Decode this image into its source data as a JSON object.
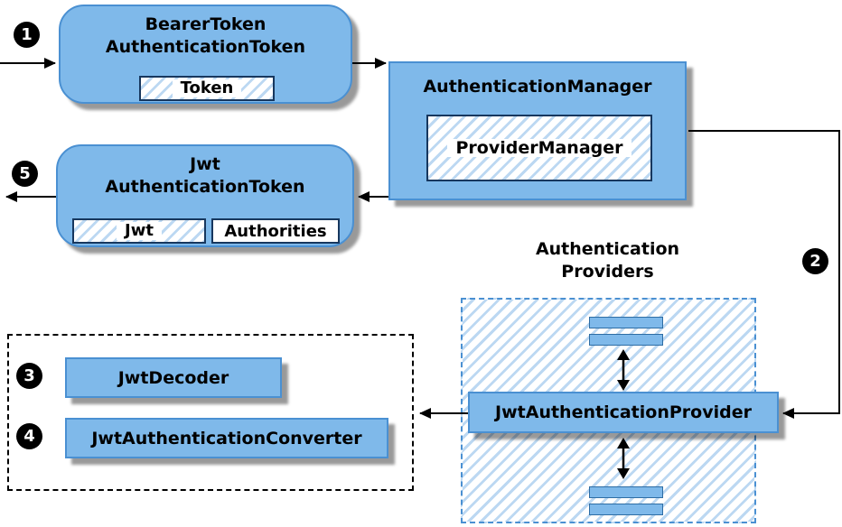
{
  "diagram": {
    "badges": {
      "step1": "1",
      "step2": "2",
      "step3": "3",
      "step4": "4",
      "step5": "5"
    },
    "bearer_box": {
      "title_line1": "BearerToken",
      "title_line2": "AuthenticationToken",
      "token_label": "Token"
    },
    "manager_box": {
      "title": "AuthenticationManager",
      "inner_label": "ProviderManager"
    },
    "jwt_box": {
      "title_line1": "Jwt",
      "title_line2": "AuthenticationToken",
      "jwt_label": "Jwt",
      "authorities_label": "Authorities"
    },
    "providers": {
      "heading_line1": "Authentication",
      "heading_line2": "Providers",
      "provider_label": "JwtAuthenticationProvider"
    },
    "decoder_box": {
      "label": "JwtDecoder"
    },
    "converter_box": {
      "label": "JwtAuthenticationConverter"
    },
    "colors": {
      "fill": "#7FB9EA",
      "border": "#4A90D2",
      "hatch": "#BCD8F2",
      "innerborder": "#17375E",
      "arrow": "#000000"
    }
  }
}
